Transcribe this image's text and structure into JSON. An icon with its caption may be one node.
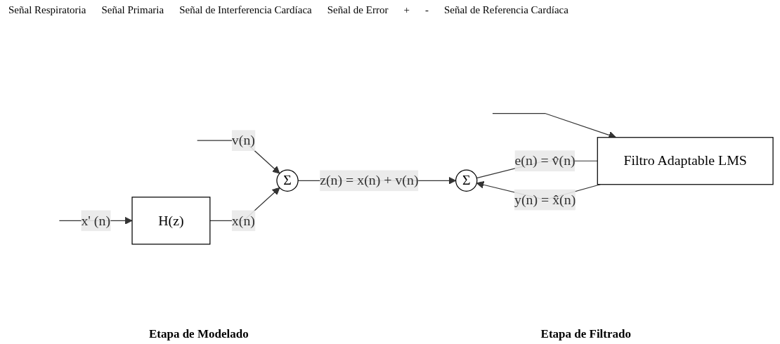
{
  "diagram": {
    "nodes": [
      {
        "text": [
          "Σ"
        ]
      },
      {
        "text": [
          "H(z)"
        ]
      },
      {
        "text": [
          "Σ"
        ]
      },
      {
        "text": [
          "Filtro Adaptable LMS"
        ]
      }
    ],
    "edges": [
      {
        "from": null,
        "to": 0,
        "arrow": "to",
        "label": "v(n)"
      },
      {
        "from": 1,
        "to": 0,
        "arrow": "to",
        "label": "x(n)"
      },
      {
        "from": null,
        "to": 1,
        "arrow": "to",
        "label": "x' (n)"
      },
      {
        "from": null,
        "to": 3,
        "arrow": "to"
      },
      {
        "from": 0,
        "to": 2,
        "arrow": "to",
        "label": "z(n) = x(n) + v(n)"
      },
      {
        "from": 3,
        "to": 2,
        "arrow": "to",
        "label": "y(n) = x̂(n)"
      },
      {
        "from": 2,
        "to": 3,
        "arrow": "none",
        "label": "e(n) = v̂(n)"
      }
    ],
    "labels": [
      "Señal Respiratoria",
      "Señal Primaria",
      "Señal de Interferencia Cardíaca",
      "Señal de Error",
      "+",
      "-",
      "Señal de Referencia Cardíaca",
      "Etapa de Modelado",
      "Etapa de Filtrado"
    ]
  }
}
